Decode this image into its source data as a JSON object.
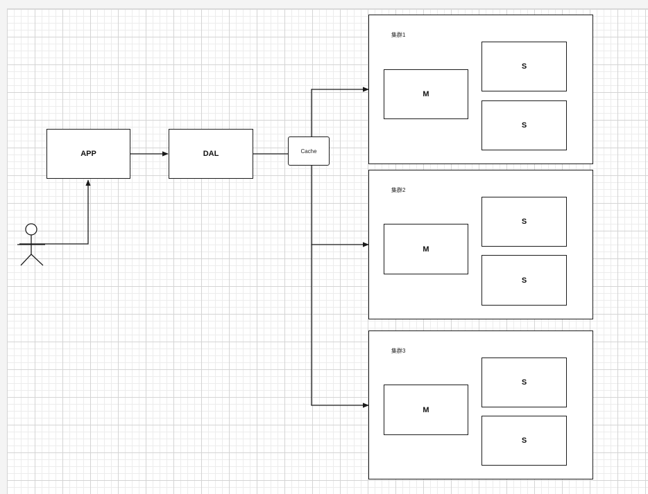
{
  "nodes": {
    "app": "APP",
    "dal": "DAL",
    "cache": "Cache"
  },
  "clusters": [
    {
      "label": "集群1",
      "master": "M",
      "slaves": [
        "S",
        "S"
      ]
    },
    {
      "label": "集群2",
      "master": "M",
      "slaves": [
        "S",
        "S"
      ]
    },
    {
      "label": "集群3",
      "master": "M",
      "slaves": [
        "S",
        "S"
      ]
    }
  ],
  "colors": {
    "stroke": "#1a1a1a",
    "grid": "#d4d4d4",
    "background": "#ffffff"
  },
  "icons": [
    "actor-icon"
  ]
}
